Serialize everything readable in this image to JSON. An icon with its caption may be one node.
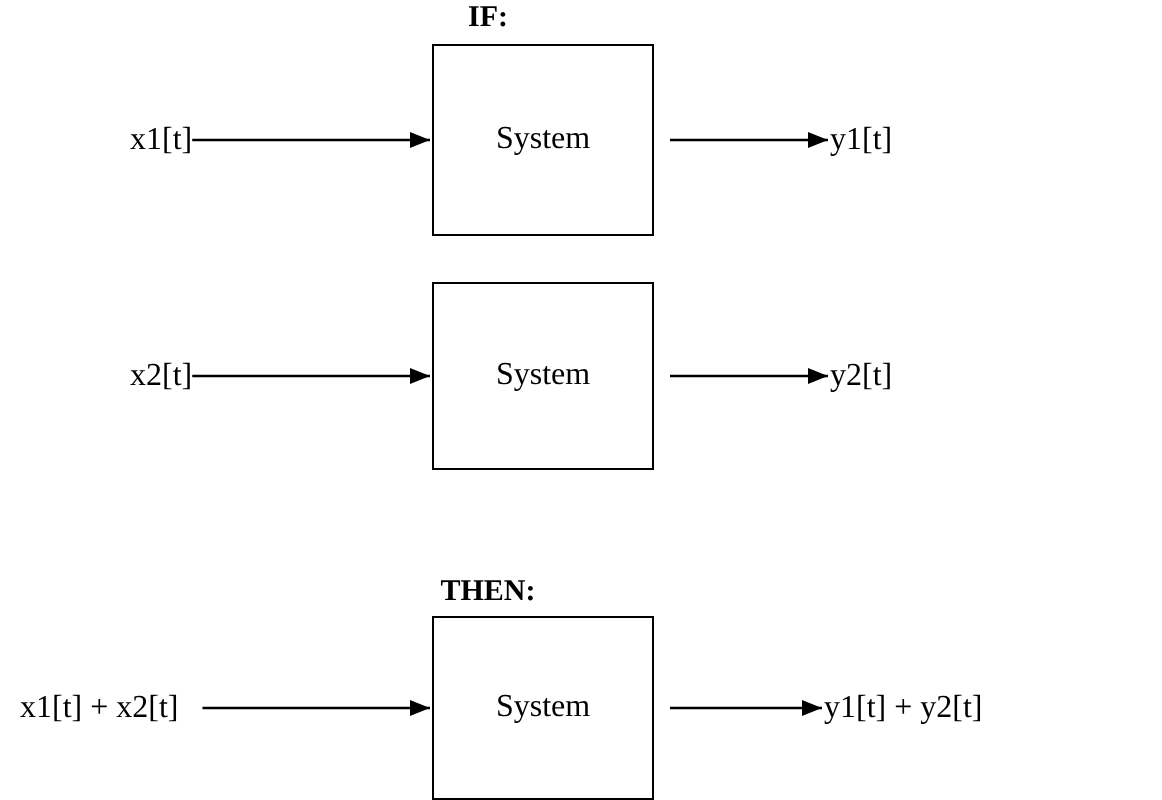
{
  "diagram": {
    "nodes": [
      {
        "text": [
          "x1[t]"
        ]
      },
      {
        "text": [
          "System"
        ]
      },
      {
        "text": [
          "y1[t]"
        ]
      },
      {
        "text": [
          "x2[t]"
        ]
      },
      {
        "text": [
          "System"
        ]
      },
      {
        "text": [
          "y2[t]"
        ]
      },
      {
        "text": [
          "x1[t] + x2[t]"
        ]
      },
      {
        "text": [
          "System"
        ]
      },
      {
        "text": [
          "y1[t] + y2[t]"
        ]
      }
    ],
    "edges": [
      {
        "from": 0,
        "to": 1,
        "arrow": "to"
      },
      {
        "from": 1,
        "to": 2,
        "arrow": "to"
      },
      {
        "from": 3,
        "to": 4,
        "arrow": "to"
      },
      {
        "from": 4,
        "to": 5,
        "arrow": "to"
      },
      {
        "from": 6,
        "to": 7,
        "arrow": "to"
      },
      {
        "from": 7,
        "to": 8,
        "arrow": "to"
      }
    ],
    "labels": [
      "IF:",
      "THEN:"
    ]
  }
}
